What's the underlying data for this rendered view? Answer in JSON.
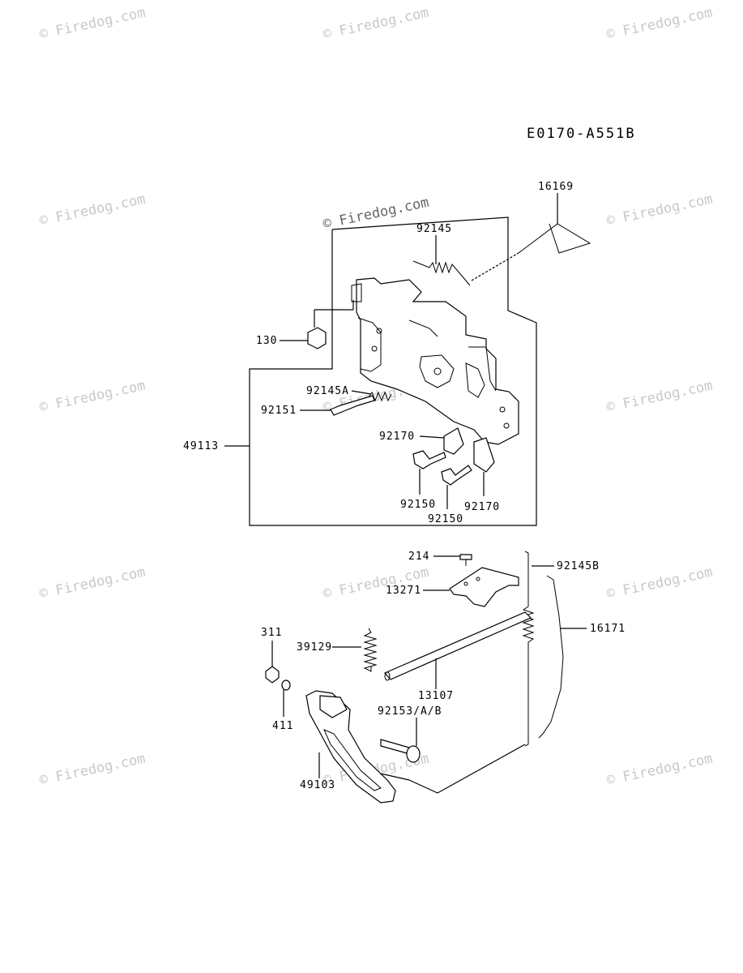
{
  "diagram_code": "E0170-A551B",
  "watermark": "© Firedog.com",
  "parts": {
    "p16169": "16169",
    "p92145": "92145",
    "p130": "130",
    "p92145A": "92145A",
    "p92151": "92151",
    "p49113": "49113",
    "p92170a": "92170",
    "p92150a": "92150",
    "p92150b": "92150",
    "p92170b": "92170",
    "p214": "214",
    "p92145B": "92145B",
    "p13271": "13271",
    "p16171": "16171",
    "p311": "311",
    "p39129": "39129",
    "p13107": "13107",
    "p92153": "92153/A/B",
    "p411": "411",
    "p49103": "49103"
  }
}
